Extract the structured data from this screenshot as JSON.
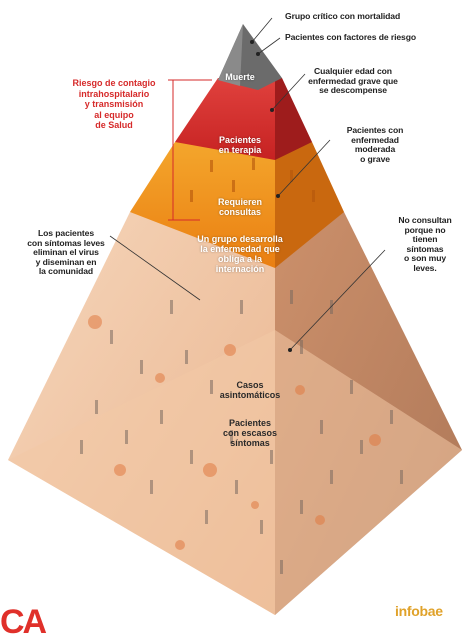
{
  "labels": {
    "top_critical": "Grupo crítico con mortalidad",
    "top_risk_factors": "Pacientes con factores de riesgo",
    "any_age": [
      "Cualquier edad con",
      "enfermedad grave que",
      "se descompense"
    ],
    "moderate": [
      "Pacientes con",
      "enfermedad",
      "moderada",
      "o grave"
    ],
    "no_consult": [
      "No consultan",
      "porque no",
      "tienen",
      "síntomas",
      "o son muy",
      "leves."
    ],
    "mild": [
      "Los pacientes",
      "con síntomas leves",
      "eliminan el virus",
      "y diseminan en",
      "la comunidad"
    ],
    "risk": [
      "Riesgo de contagio",
      "intrahospitalario",
      "y transmisión",
      "al equipo",
      "de Salud"
    ]
  },
  "tiers": {
    "death": "Muerte",
    "therapy": [
      "Pacientes",
      "en terapia"
    ],
    "consult": [
      "Requieren",
      "consultas"
    ],
    "internment": [
      "Un grupo desarrolla",
      "la enfermedad que",
      "obliga a la",
      "internación"
    ],
    "asymptomatic": [
      "Casos",
      "asintomáticos"
    ],
    "few_symptoms": [
      "Pacientes",
      "con escasos",
      "síntomas"
    ]
  },
  "brand": {
    "logo": "infobae",
    "cut_text": "CA"
  },
  "colors": {
    "apex": "#6b6b6b",
    "red": "#cf2a2a",
    "orange": "#ec8a16",
    "base": "#f3c7a4",
    "risk_text": "#d62a2a",
    "logo": "#e0a22a"
  }
}
